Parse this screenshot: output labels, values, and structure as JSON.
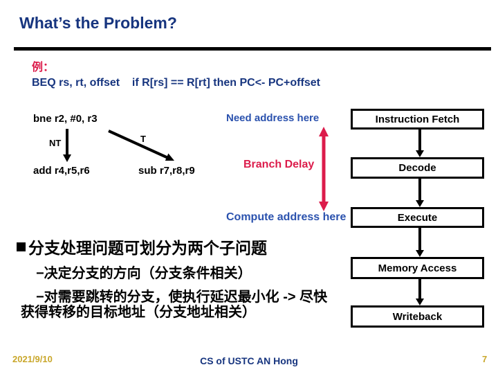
{
  "slide": {
    "title": "What’s the Problem?",
    "example_label": "例：",
    "instruction_line": "BEQ rs, rt, offset    if R[rs] == R[rt] then PC<- PC+offset"
  },
  "branch_diagram": {
    "branch_instruction": "bne r2, #0, r3",
    "not_taken_label": "NT",
    "taken_label": "T",
    "not_taken_instruction": "add r4,r5,r6",
    "taken_instruction": "sub r7,r8,r9"
  },
  "annotations": {
    "need_address": "Need address here",
    "branch_delay": "Branch Delay",
    "compute_address": "Compute address here"
  },
  "pipeline": {
    "stages": [
      "Instruction Fetch",
      "Decode",
      "Execute",
      "Memory Access",
      "Writeback"
    ]
  },
  "bullets": {
    "main": "分支处理问题可划分为两个子问题",
    "main_bullet_icon": "black-square",
    "sub1": "−决定分支的方向（分支条件相关）",
    "sub2_line1": "−对需要跳转的分支，使执行延迟最小化 -> 尽快",
    "sub2_line2": "获得转移的目标地址（分支地址相关）"
  },
  "footer": {
    "date": "2021/9/10",
    "center": "CS of USTC AN Hong",
    "page_number": "7"
  },
  "colors": {
    "title_navy": "#17357F",
    "accent_red": "#DC1C4B",
    "annotation_blue": "#2B52AE",
    "footer_gold": "#C9A72B",
    "diagram_black": "#000000",
    "background": "#FFFFFF"
  }
}
